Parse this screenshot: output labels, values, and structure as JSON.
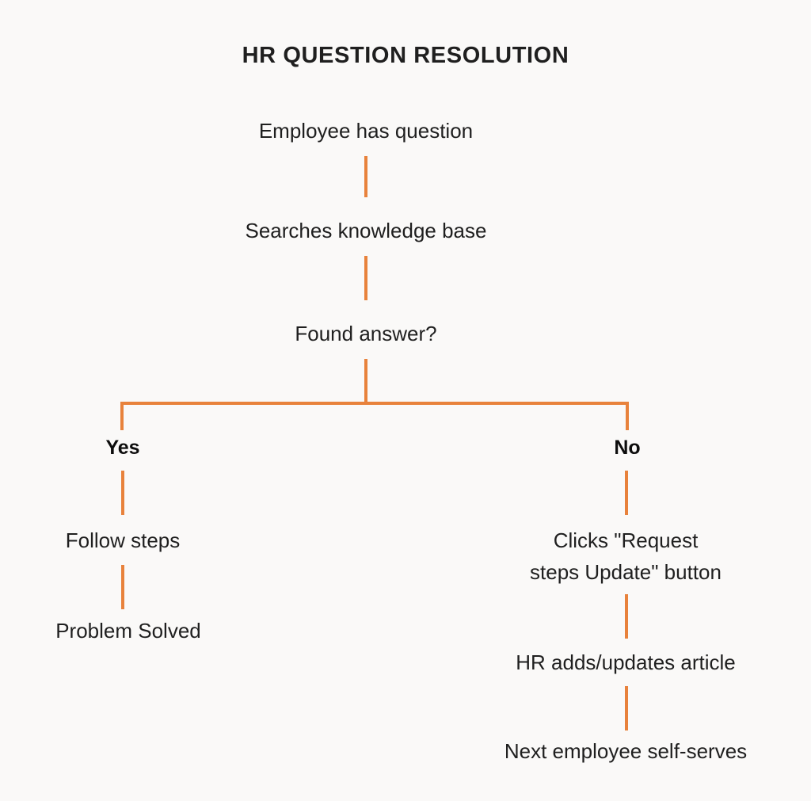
{
  "chart_data": {
    "type": "diagram",
    "title": "HR QUESTION RESOLUTION",
    "orientation": "top-down",
    "accent_color": "#e8823c",
    "text_color": "#1f1f1f",
    "background_color": "#faf9f8",
    "nodes": [
      {
        "id": "employee_question",
        "label": "Employee has question"
      },
      {
        "id": "searches_kb",
        "label": "Searches knowledge base"
      },
      {
        "id": "found_answer",
        "label": "Found answer?"
      },
      {
        "id": "follow_steps",
        "label": "Follow steps"
      },
      {
        "id": "problem_solved",
        "label": "Problem Solved"
      },
      {
        "id": "clicks_request",
        "label": "Clicks \"Request\nsteps Update\" button"
      },
      {
        "id": "hr_updates",
        "label": "HR adds/updates article"
      },
      {
        "id": "next_employee",
        "label": "Next employee self-serves"
      }
    ],
    "edges": [
      {
        "from": "employee_question",
        "to": "searches_kb",
        "label": ""
      },
      {
        "from": "searches_kb",
        "to": "found_answer",
        "label": ""
      },
      {
        "from": "found_answer",
        "to": "follow_steps",
        "label": "Yes"
      },
      {
        "from": "found_answer",
        "to": "clicks_request",
        "label": "No"
      },
      {
        "from": "follow_steps",
        "to": "problem_solved",
        "label": ""
      },
      {
        "from": "clicks_request",
        "to": "hr_updates",
        "label": ""
      },
      {
        "from": "hr_updates",
        "to": "next_employee",
        "label": ""
      }
    ],
    "branch_labels": [
      "Yes",
      "No"
    ]
  },
  "title": "HR QUESTION RESOLUTION",
  "nodes": {
    "employee_question": "Employee has question",
    "searches_kb": "Searches knowledge base",
    "found_answer": "Found answer?",
    "follow_steps": "Follow steps",
    "problem_solved": "Problem Solved",
    "clicks_request": "Clicks \"Request\nsteps Update\" button",
    "hr_updates": "HR adds/updates article",
    "next_employee": "Next employee self-serves"
  },
  "labels": {
    "yes": "Yes",
    "no": "No"
  }
}
